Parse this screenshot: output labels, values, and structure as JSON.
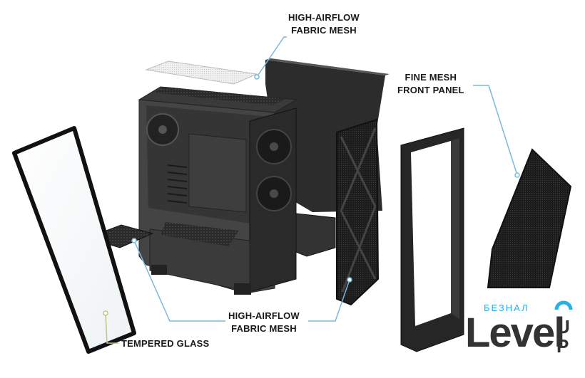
{
  "labels": {
    "top_mesh": [
      "HIGH-AIRFLOW",
      "FABRIC MESH"
    ],
    "front_panel": [
      "FINE MESH",
      "FRONT PANEL"
    ],
    "bottom_mesh": [
      "HIGH-AIRFLOW",
      "FABRIC MESH"
    ],
    "glass": "TEMPERED GLASS"
  },
  "logo": {
    "top": "БЕЗНАЛ",
    "main": "Level",
    "u": "U",
    "p": "P"
  },
  "colors": {
    "callout_line": "#7ab8dc",
    "glass_callout": "#b8c98a",
    "logo_accent": "#2ab0e6",
    "logo_text": "#333333"
  }
}
